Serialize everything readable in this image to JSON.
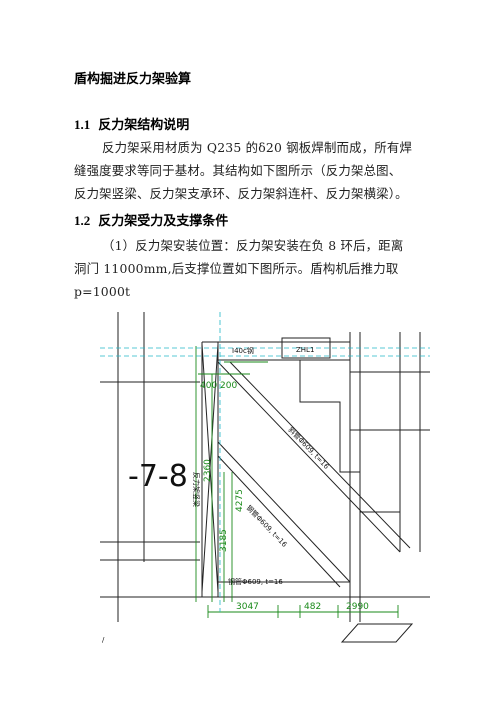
{
  "doc": {
    "title": "盾构掘进反力架验算",
    "sec1": {
      "num": "1.1",
      "heading": "反力架结构说明"
    },
    "sec1_lines": [
      "反力架采用材质为 Q235 的δ20 钢板焊制而成，所有焊",
      "缝强度要求等同于基材。其结构如下图所示（反力架总图、",
      "反力架竖梁、反力架支承环、反力架斜连杆、反力架横梁）。"
    ],
    "sec2": {
      "num": "1.2",
      "heading": "反力架受力及支撑条件"
    },
    "sec2_lines": [
      "（1）反力架安装位置：反力架安装在负 8 环后，距离",
      "洞门  11000mm,后支撑位置如下图所示。盾构机后推力取",
      "p=1000t"
    ]
  },
  "drawing": {
    "label_i40": "I40c钢",
    "label_zhl": "ZHL1",
    "label_ring": "-7-8",
    "dim_400": "400",
    "dim_200": "200",
    "dim_2360": "2360",
    "dim_3185": "3185",
    "dim_4275": "4275",
    "dim_3047": "3047",
    "dim_482": "482",
    "dim_2990": "2990",
    "label_pipe1": "斜管Φ609, t=16",
    "label_pipe2": "钢管Φ609, t=16",
    "label_pipe3": "钢管Φ609, t=16",
    "label_side": "反力架竖梁",
    "mark_tick": "/"
  }
}
